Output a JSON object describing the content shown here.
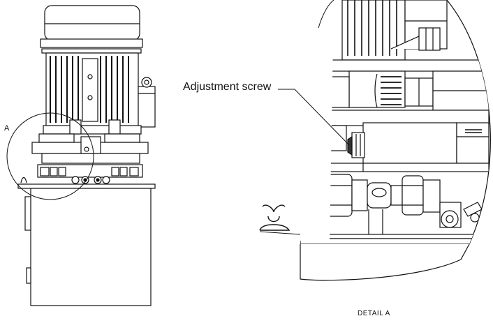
{
  "labels": {
    "adjustment_screw": "Adjustment screw",
    "detail_marker": "A",
    "detail_caption": "DETAIL A"
  },
  "colors": {
    "line": "#111111",
    "fill": "#ffffff",
    "shade": "#dcdcdc",
    "dark": "#333333"
  }
}
